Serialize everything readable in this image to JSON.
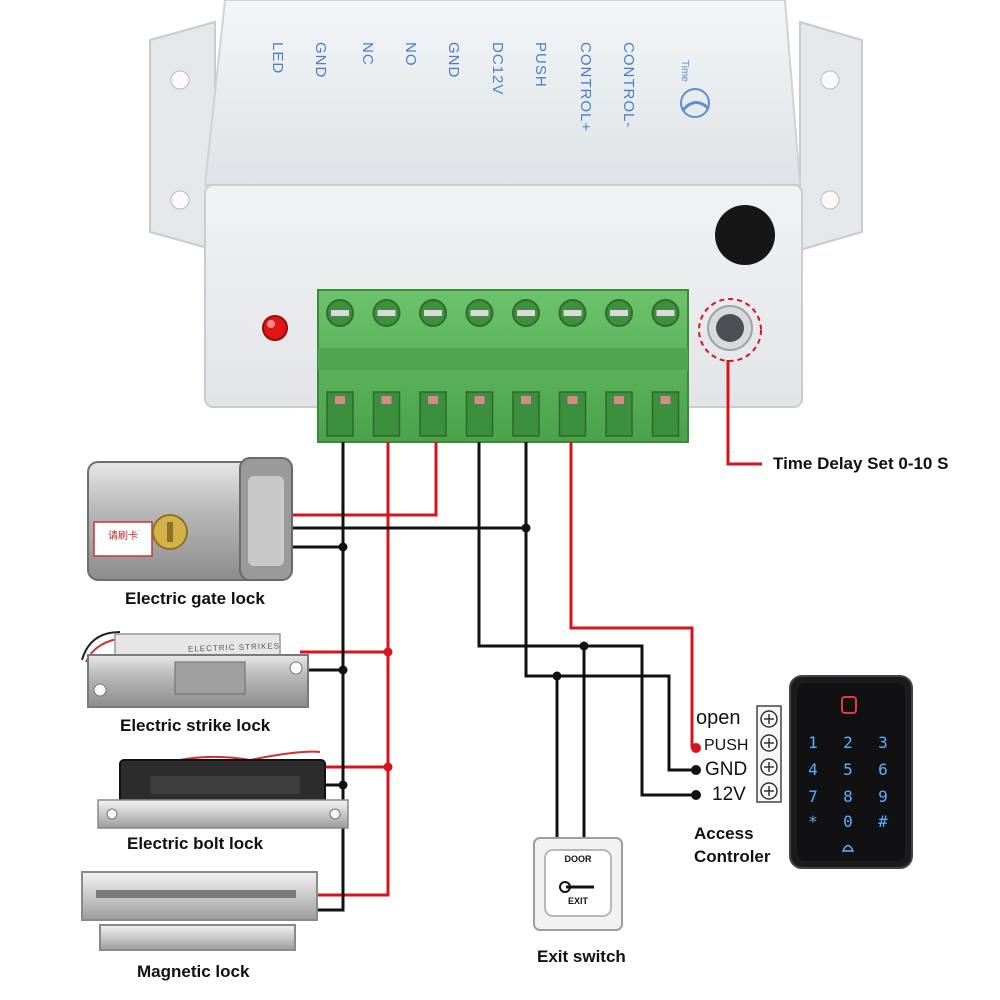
{
  "controller": {
    "brand": "Time",
    "pin_labels": [
      "CONTROL-",
      "CONTROL+",
      "PUSH",
      "DC12V",
      "GND",
      "NO",
      "NC",
      "GND",
      "LED"
    ],
    "delay_label": "Time Delay Set 0-10 S"
  },
  "locks": [
    {
      "label": "Electric gate lock"
    },
    {
      "label": "Electric strike lock",
      "product_text": "ELECTRIC STRIKES"
    },
    {
      "label": "Electric bolt lock"
    },
    {
      "label": "Magnetic lock"
    }
  ],
  "gate_lock_sticker": "请刷卡",
  "exit_switch": {
    "label": "Exit switch",
    "text_top": "DOOR",
    "text_bottom": "EXIT"
  },
  "access_controller": {
    "label_line1": "Access",
    "label_line2": "Controler",
    "terminals": [
      "open",
      "PUSH",
      "GND",
      "12V"
    ],
    "keys": [
      "1",
      "2",
      "3",
      "4",
      "5",
      "6",
      "7",
      "8",
      "9",
      "*",
      "0",
      "#"
    ]
  },
  "colors": {
    "wire_red": "#d9131c",
    "wire_black": "#111111",
    "terminal_green": "#5fb65f",
    "housing": "#eef0f2",
    "keypad_glow": "#5ab0ff"
  }
}
